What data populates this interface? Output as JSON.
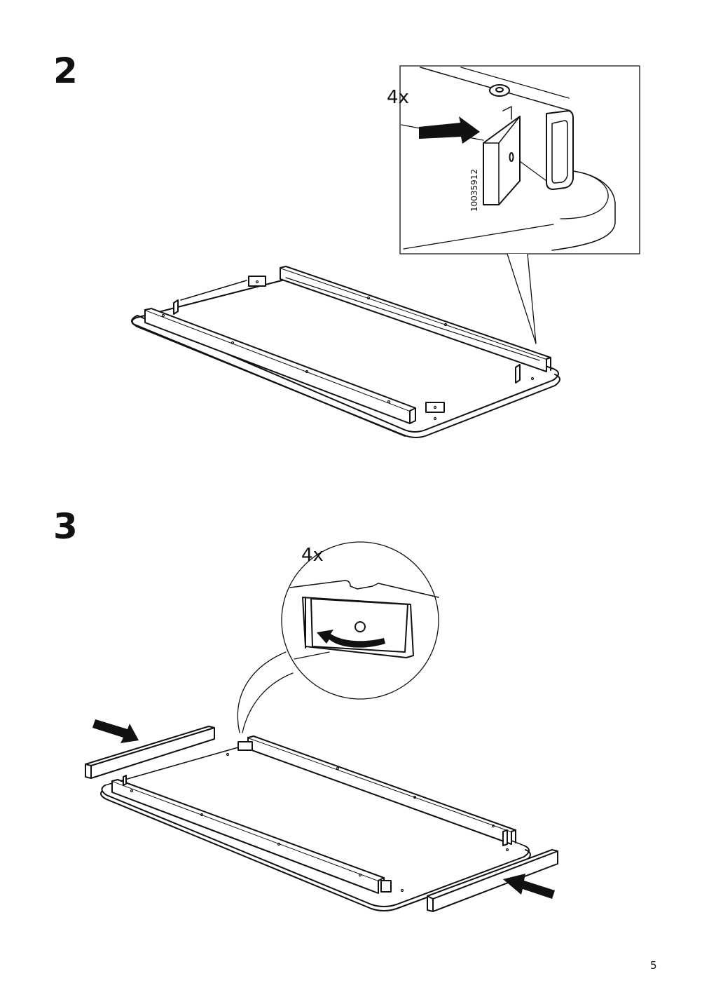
{
  "steps": [
    {
      "number": "2",
      "detail_quantity": "4x",
      "part_number": "10035912"
    },
    {
      "number": "3",
      "detail_quantity": "4x"
    }
  ],
  "page_number": "5"
}
